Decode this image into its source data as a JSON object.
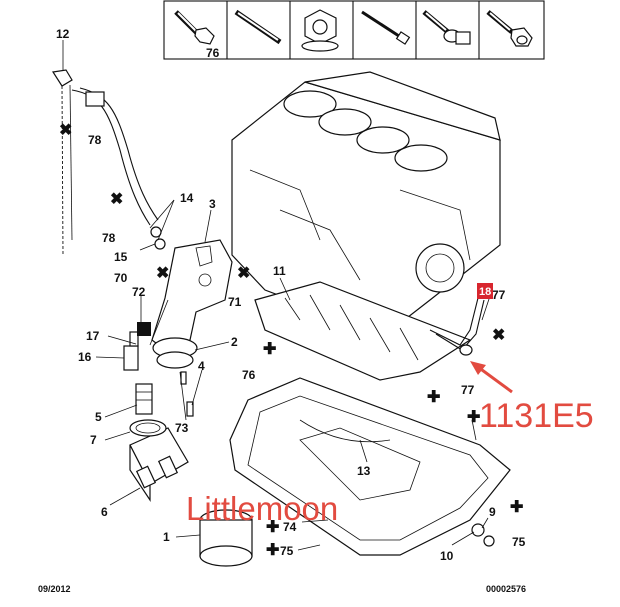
{
  "toolbox": {
    "cells": [
      {
        "icon": "flange-bolt-icon"
      },
      {
        "icon": "stud-bolt-icon"
      },
      {
        "icon": "flange-nut-icon"
      },
      {
        "icon": "long-bolt-icon"
      },
      {
        "icon": "washer-bolt-icon"
      },
      {
        "icon": "shouldered-bolt-icon"
      }
    ],
    "label_76": "76"
  },
  "callouts": {
    "c12": "12",
    "c78a": "78",
    "c14": "14",
    "c3": "3",
    "c78b": "78",
    "c15": "15",
    "c70": "70",
    "c72": "72",
    "c71": "71",
    "c11": "11",
    "c17": "17",
    "c2": "2",
    "c16": "16",
    "c76": "76",
    "c4": "4",
    "c5": "5",
    "c73": "73",
    "c7": "7",
    "c77a": "77",
    "c77b": "77",
    "c13": "13",
    "c6": "6",
    "c74": "74",
    "c9": "9",
    "c1": "1",
    "c75a": "75",
    "c10": "10",
    "c75b": "75"
  },
  "highlight": {
    "number": "18",
    "color": "#d8262e"
  },
  "annotation": {
    "part_code": "1131E5",
    "color": "#e24b40"
  },
  "watermark": {
    "text": "Littlemoon"
  },
  "footer": {
    "date": "09/2012",
    "ref": "00002576"
  }
}
